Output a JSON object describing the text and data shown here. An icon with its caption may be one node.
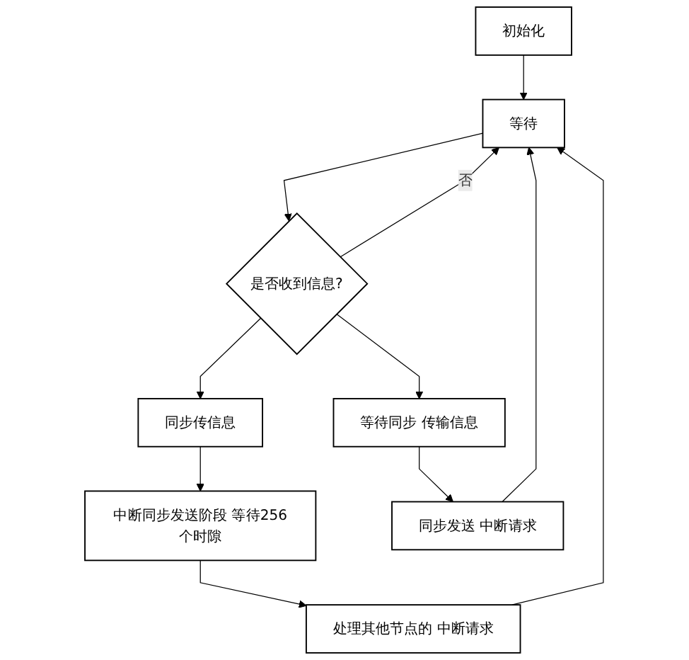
{
  "diagram": {
    "nodes": [
      {
        "text": [
          "初始化"
        ]
      },
      {
        "text": [
          "等待"
        ]
      },
      {
        "text": [
          "是否收到信息?"
        ]
      },
      {
        "text": [
          "同步传信息"
        ]
      },
      {
        "text": [
          "等待同步 传输信息"
        ]
      },
      {
        "text": [
          "中断同步发送阶段 等待256个时隙"
        ]
      },
      {
        "text": [
          "同步发送 中断请求"
        ]
      },
      {
        "text": [
          "处理其他节点的 中断请求"
        ]
      }
    ],
    "edges": [
      {
        "from": 0,
        "to": 1,
        "arrow": "to"
      },
      {
        "from": 1,
        "to": 2,
        "arrow": "to"
      },
      {
        "from": 2,
        "to": 1,
        "label": "否",
        "arrow": "to"
      },
      {
        "from": 2,
        "to": 3,
        "arrow": "to"
      },
      {
        "from": 2,
        "to": 4,
        "arrow": "to"
      },
      {
        "from": 3,
        "to": 5,
        "arrow": "to"
      },
      {
        "from": 4,
        "to": 6,
        "arrow": "to"
      },
      {
        "from": 5,
        "to": 7,
        "arrow": "to"
      },
      {
        "from": 6,
        "to": 1,
        "arrow": "to"
      },
      {
        "from": 7,
        "to": 1,
        "arrow": "to"
      }
    ]
  }
}
